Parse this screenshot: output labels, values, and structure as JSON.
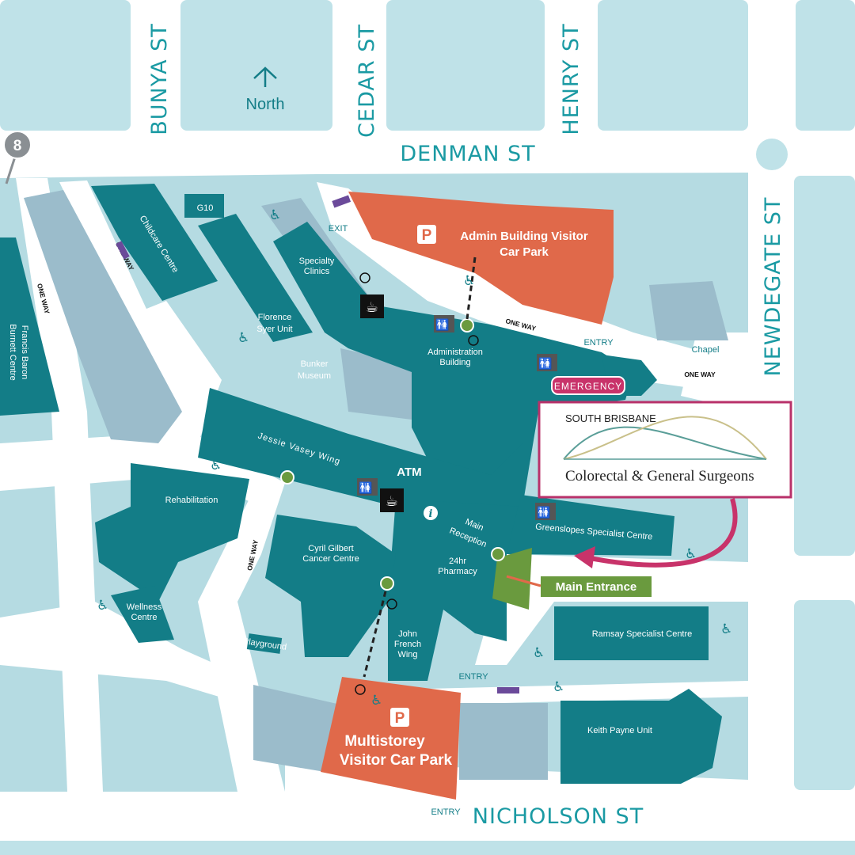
{
  "colors": {
    "road": "#ffffff",
    "block": "#bfe2e8",
    "campus": "#b5dbe2",
    "building": "#137d87",
    "shadow": "#9bbccb",
    "carpark": "#e0694a",
    "entrance": "#6a9a3e",
    "emergency": "#c8336a",
    "street_text": "#1a9aa3"
  },
  "compass": {
    "label": "North",
    "icon": "arrow-up-icon"
  },
  "marker": {
    "label": "8"
  },
  "streets": {
    "bunya": "BUNYA ST",
    "cedar": "CEDAR ST",
    "henry": "HENRY ST",
    "denman": "DENMAN ST",
    "newdegate": "NEWDEGATE ST",
    "nicholson": "NICHOLSON ST"
  },
  "buildings": {
    "g10": "G10",
    "childcare": "Childcare Centre",
    "francis1": "Francis Baron",
    "francis2": "Burnett Centre",
    "specialty1": "Specialty",
    "specialty2": "Clinics",
    "florence1": "Florence",
    "florence2": "Syer Unit",
    "bunker1": "Bunker",
    "bunker2": "Museum",
    "admin1": "Administration",
    "admin2": "Building",
    "jessie": "Jessie Vasey Wing",
    "atm": "ATM",
    "rehab": "Rehabilitation",
    "wellness1": "Wellness",
    "wellness2": "Centre",
    "cyril1": "Cyril Gilbert",
    "cyril2": "Cancer Centre",
    "reception1": "Main",
    "reception2": "Reception",
    "pharmacy1": "24hr",
    "pharmacy2": "Pharmacy",
    "john1": "John",
    "john2": "French",
    "john3": "Wing",
    "greenslopes": "Greenslopes Specialist Centre",
    "ramsay": "Ramsay Specialist Centre",
    "keith": "Keith Payne Unit",
    "chapel": "Chapel",
    "playground": "Playground"
  },
  "carparks": {
    "admin1": "Admin Building Visitor",
    "admin2": "Car Park",
    "multi1": "Multistorey",
    "multi2": "Visitor Car Park",
    "p": "P"
  },
  "signs": {
    "exit": "EXIT",
    "entry": "ENTRY",
    "one_way": "ONE WAY",
    "emergency": "EMERGENCY",
    "main_entrance": "Main Entrance"
  },
  "logo": {
    "line1": "SOUTH BRISBANE",
    "line2": "Colorectal & General Surgeons"
  }
}
